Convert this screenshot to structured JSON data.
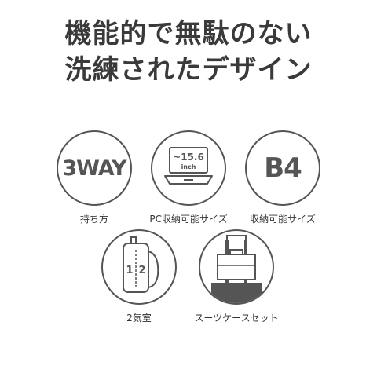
{
  "headline": {
    "line1": "機能的で無駄のない",
    "line2": "洗練されたデザイン"
  },
  "features": [
    {
      "label": "持ち方",
      "icon_text": "3WAY",
      "icon": "3way-icon"
    },
    {
      "label": "PC収納可能サイズ",
      "icon_text_top": "~15.6",
      "icon_text_bottom": "inch",
      "icon": "laptop-icon"
    },
    {
      "label": "収納可能サイズ",
      "icon_text": "B4",
      "icon": "b4-icon"
    },
    {
      "label": "2気室",
      "icon_text_left": "1",
      "icon_text_right": "2",
      "icon": "two-compartment-backpack-icon"
    },
    {
      "label": "スーツケースセット",
      "icon": "suitcase-icon"
    }
  ],
  "colors": {
    "icon_stroke": "#555555",
    "text": "#333333"
  }
}
